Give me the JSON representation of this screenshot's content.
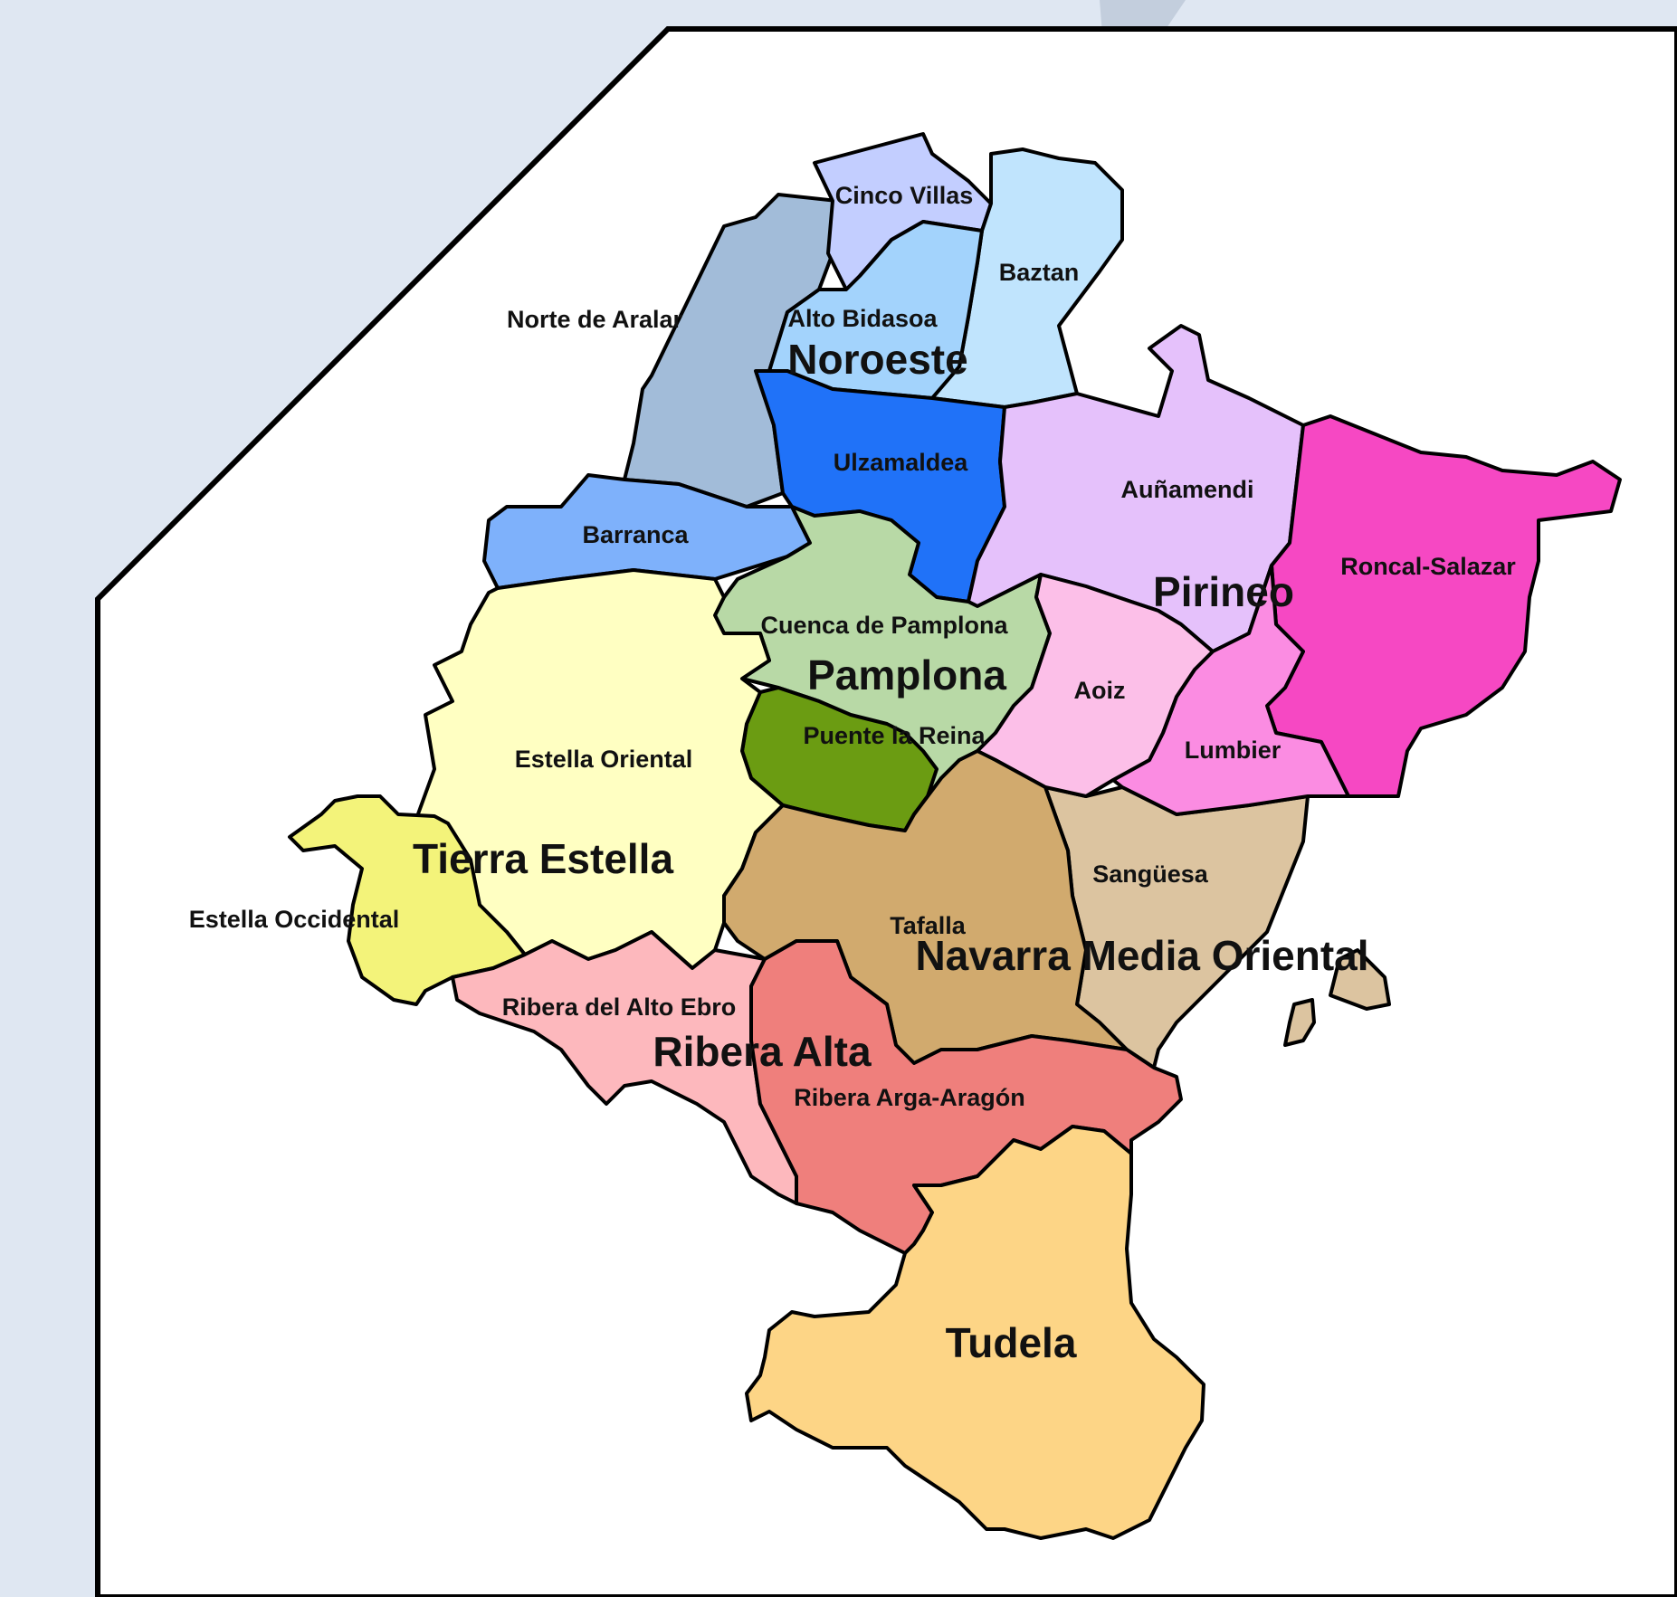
{
  "colors": {
    "page_background": "#dfe7f2",
    "map_background": "#ffffff",
    "border": "#000000"
  },
  "map": {
    "macro_regions": [
      {
        "id": "noroeste",
        "name": "Noroeste"
      },
      {
        "id": "pirineo",
        "name": "Pirineo"
      },
      {
        "id": "pamplona",
        "name": "Pamplona"
      },
      {
        "id": "tierra-estella",
        "name": "Tierra Estella"
      },
      {
        "id": "navarra-media-oriental",
        "name": "Navarra Media Oriental"
      },
      {
        "id": "ribera-alta",
        "name": "Ribera Alta"
      },
      {
        "id": "tudela",
        "name": "Tudela"
      }
    ],
    "zones": [
      {
        "id": "cinco-villas",
        "name": "Cinco Villas",
        "macro": "Noroeste",
        "color": "#c3ceff"
      },
      {
        "id": "baztan",
        "name": "Baztan",
        "macro": "Noroeste",
        "color": "#c0e4fd"
      },
      {
        "id": "norte-de-aralar",
        "name": "Norte de Aralar",
        "macro": "Noroeste",
        "color": "#a2bcd9"
      },
      {
        "id": "alto-bidasoa",
        "name": "Alto Bidasoa",
        "macro": "Noroeste",
        "color": "#a3d3fc"
      },
      {
        "id": "ulzamaldea",
        "name": "Ulzamaldea",
        "macro": "Noroeste",
        "color": "#2072f8"
      },
      {
        "id": "barranca",
        "name": "Barranca",
        "macro": "Noroeste",
        "color": "#7eb1fb"
      },
      {
        "id": "aunamendi",
        "name": "Auñamendi",
        "macro": "Pirineo",
        "color": "#e5c1fb"
      },
      {
        "id": "roncal-salazar",
        "name": "Roncal-Salazar",
        "macro": "Pirineo",
        "color": "#f648c3"
      },
      {
        "id": "aoiz",
        "name": "Aoiz",
        "macro": "Pirineo",
        "color": "#fcbfe8"
      },
      {
        "id": "lumbier",
        "name": "Lumbier",
        "macro": "Pirineo",
        "color": "#fb8ce2"
      },
      {
        "id": "cuenca-de-pamplona",
        "name": "Cuenca de Pamplona",
        "macro": "Pamplona",
        "color": "#b8d9a6"
      },
      {
        "id": "puente-la-reina",
        "name": "Puente la Reina",
        "macro": "Pamplona",
        "color": "#6b9c12"
      },
      {
        "id": "estella-oriental",
        "name": "Estella Oriental",
        "macro": "Tierra Estella",
        "color": "#ffffc2"
      },
      {
        "id": "estella-occidental",
        "name": "Estella Occidental",
        "macro": "Tierra Estella",
        "color": "#f3f37a"
      },
      {
        "id": "tafalla",
        "name": "Tafalla",
        "macro": "Navarra Media Oriental",
        "color": "#d1aa6e"
      },
      {
        "id": "sanguesa",
        "name": "Sangüesa",
        "macro": "Navarra Media Oriental",
        "color": "#dcc4a0"
      },
      {
        "id": "ribera-del-alto-ebro",
        "name": "Ribera del Alto Ebro",
        "macro": "Ribera Alta",
        "color": "#fdb8bd"
      },
      {
        "id": "ribera-arga-aragon",
        "name": "Ribera Arga-Aragón",
        "macro": "Ribera Alta",
        "color": "#ef7f7c"
      },
      {
        "id": "tudela",
        "name": "Tudela",
        "macro": "Tudela",
        "color": "#fdd586"
      }
    ]
  }
}
